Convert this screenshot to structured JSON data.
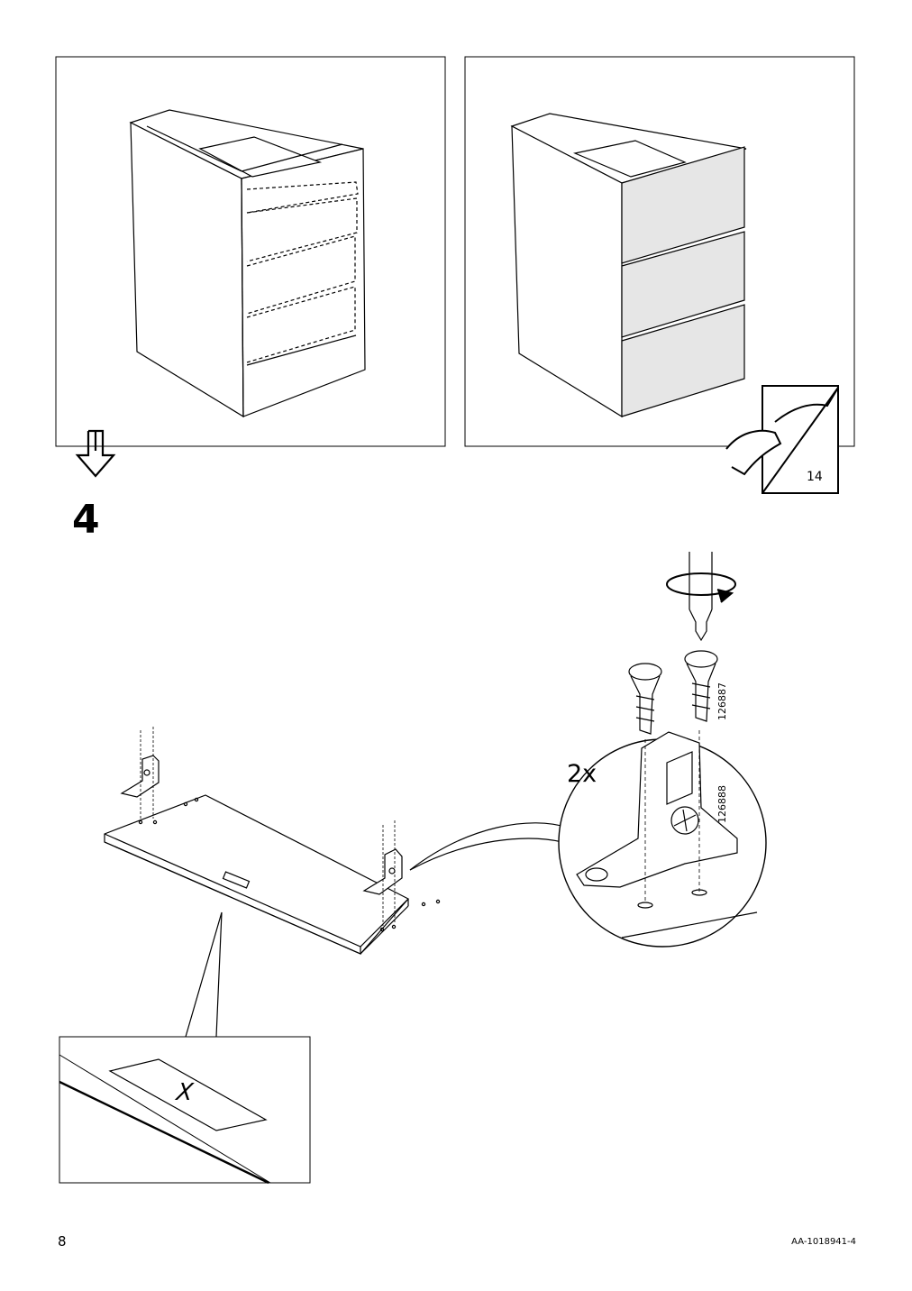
{
  "step": {
    "number": "4"
  },
  "footer": {
    "page_number": "8",
    "doc_code": "AA-1018941-4"
  },
  "callouts": {
    "quantity": "2x",
    "part_screw": "126887",
    "part_bracket": "126888",
    "ref_page": "14"
  },
  "detail": {
    "mark": "X"
  },
  "icons": [
    "arrow-down-icon",
    "page-turn-icon",
    "rotate-icon"
  ]
}
